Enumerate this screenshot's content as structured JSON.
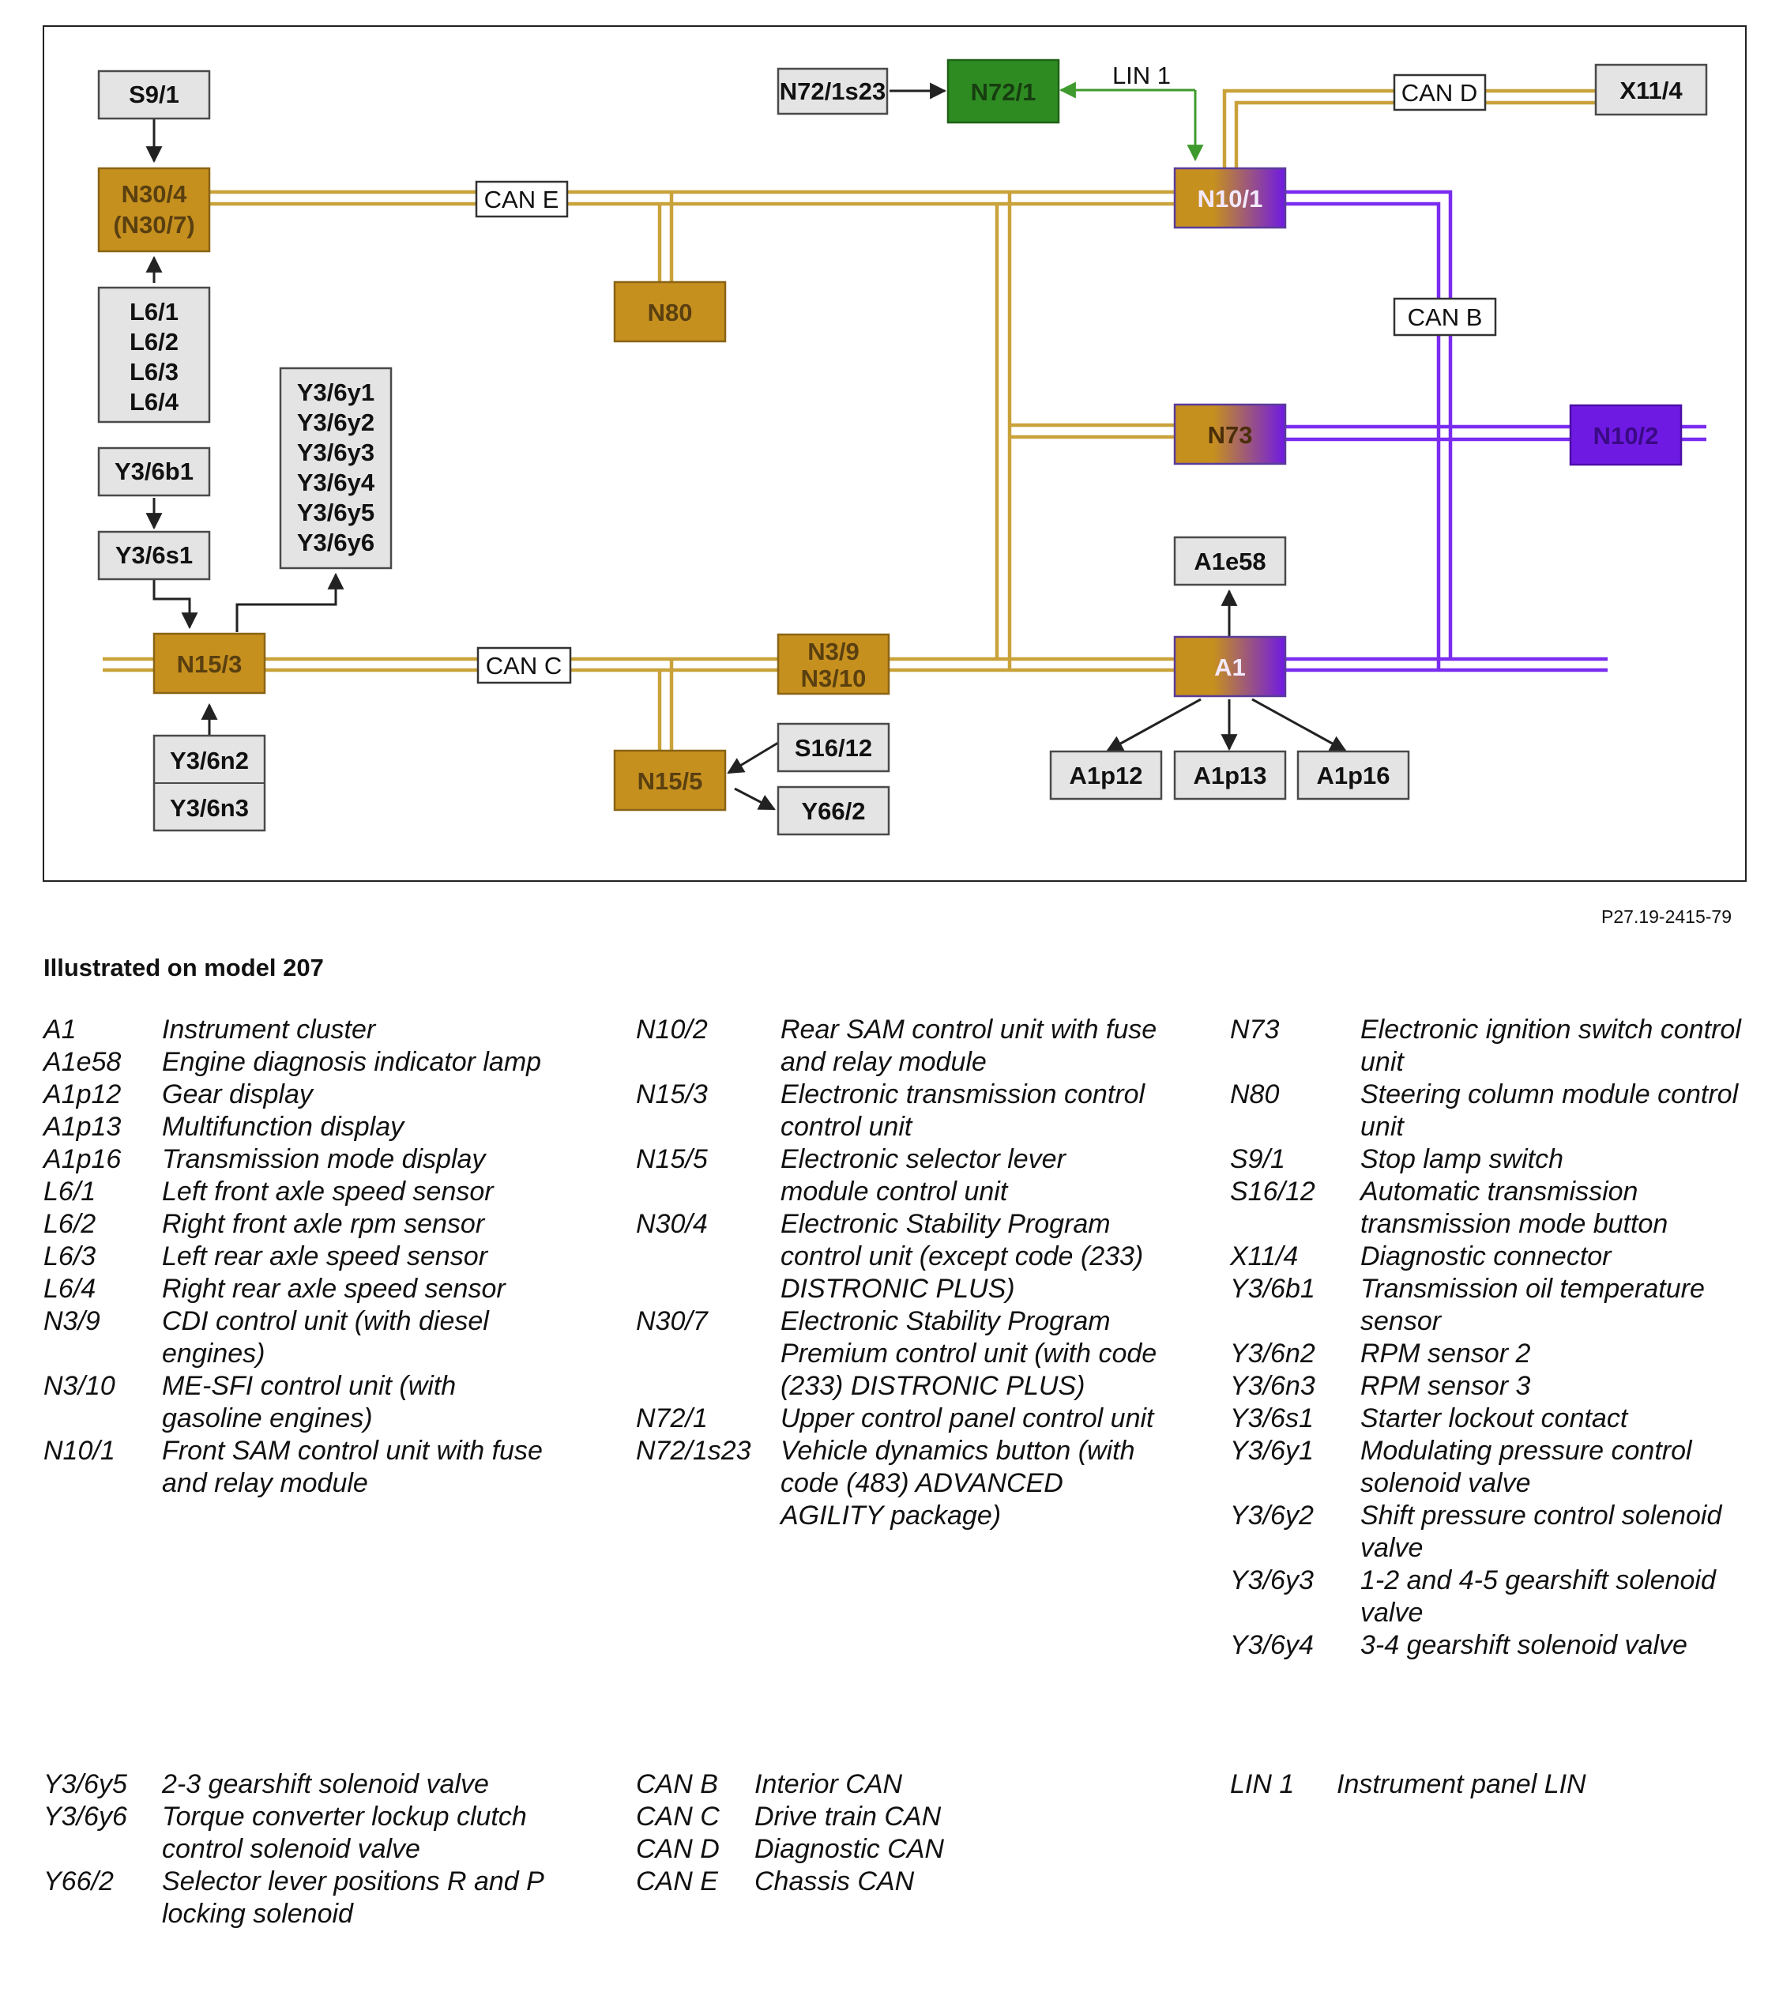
{
  "figure_code": "P27.19-2415-79",
  "legend_title": "Illustrated on model 207",
  "bus_labels": {
    "can_e": "CAN E",
    "can_c": "CAN C",
    "can_d": "CAN D",
    "can_b": "CAN B",
    "lin_1": "LIN 1"
  },
  "nodes": {
    "s9_1": "S9/1",
    "n30_4": "N30/4",
    "n30_7": "(N30/7)",
    "l6_1": "L6/1",
    "l6_2": "L6/2",
    "l6_3": "L6/3",
    "l6_4": "L6/4",
    "y3_6b1": "Y3/6b1",
    "y3_6s1": "Y3/6s1",
    "y3_6y1": "Y3/6y1",
    "y3_6y2": "Y3/6y2",
    "y3_6y3": "Y3/6y3",
    "y3_6y4": "Y3/6y4",
    "y3_6y5": "Y3/6y5",
    "y3_6y6": "Y3/6y6",
    "n15_3": "N15/3",
    "y3_6n2": "Y3/6n2",
    "y3_6n3": "Y3/6n3",
    "n80": "N80",
    "n72_1s23": "N72/1s23",
    "n72_1": "N72/1",
    "n10_1": "N10/1",
    "x11_4": "X11/4",
    "n73": "N73",
    "n10_2": "N10/2",
    "a1e58": "A1e58",
    "a1": "A1",
    "a1p12": "A1p12",
    "a1p13": "A1p13",
    "a1p16": "A1p16",
    "n3_9": "N3/9",
    "n3_10": "N3/10",
    "n15_5": "N15/5",
    "s16_12": "S16/12",
    "y66_2": "Y66/2"
  },
  "legend": {
    "col1": [
      {
        "code": "A1",
        "desc": "Instrument cluster"
      },
      {
        "code": "A1e58",
        "desc": "Engine diagnosis indicator lamp"
      },
      {
        "code": "A1p12",
        "desc": "Gear display"
      },
      {
        "code": "A1p13",
        "desc": "Multifunction display"
      },
      {
        "code": "A1p16",
        "desc": "Transmission mode display"
      },
      {
        "code": "L6/1",
        "desc": "Left front axle speed sensor"
      },
      {
        "code": "L6/2",
        "desc": "Right front axle rpm sensor"
      },
      {
        "code": "L6/3",
        "desc": "Left rear axle speed sensor"
      },
      {
        "code": "L6/4",
        "desc": "Right rear axle speed sensor"
      },
      {
        "code": "N3/9",
        "desc": "CDI control unit (with diesel engines)"
      },
      {
        "code": "N3/10",
        "desc": "ME-SFI control unit (with gasoline engines)"
      },
      {
        "code": "N10/1",
        "desc": "Front SAM control unit with fuse and relay module"
      }
    ],
    "col2": [
      {
        "code": "N10/2",
        "desc": "Rear SAM control unit with fuse and relay module"
      },
      {
        "code": "N15/3",
        "desc": "Electronic transmission control control unit"
      },
      {
        "code": "N15/5",
        "desc": "Electronic selector lever module control unit"
      },
      {
        "code": "N30/4",
        "desc": "Electronic Stability Program control unit (except code (233) DISTRONIC PLUS)"
      },
      {
        "code": "N30/7",
        "desc": "Electronic Stability Program Premium control unit (with code (233) DISTRONIC PLUS)"
      },
      {
        "code": "N72/1",
        "desc": "Upper control panel control unit"
      },
      {
        "code": "N72/1s23",
        "desc": "Vehicle dynamics button (with code (483) ADVANCED AGILITY package)"
      }
    ],
    "col3": [
      {
        "code": "N73",
        "desc": "Electronic ignition switch control unit"
      },
      {
        "code": "N80",
        "desc": "Steering column module control unit"
      },
      {
        "code": "S9/1",
        "desc": "Stop lamp switch"
      },
      {
        "code": "S16/12",
        "desc": "Automatic transmission transmission mode button"
      },
      {
        "code": "X11/4",
        "desc": "Diagnostic connector"
      },
      {
        "code": "Y3/6b1",
        "desc": "Transmission oil temperature sensor"
      },
      {
        "code": "Y3/6n2",
        "desc": "RPM sensor 2"
      },
      {
        "code": "Y3/6n3",
        "desc": "RPM sensor 3"
      },
      {
        "code": "Y3/6s1",
        "desc": "Starter lockout contact"
      },
      {
        "code": "Y3/6y1",
        "desc": "Modulating pressure control solenoid valve"
      },
      {
        "code": "Y3/6y2",
        "desc": "Shift pressure control solenoid valve"
      },
      {
        "code": "Y3/6y3",
        "desc": "1-2 and 4-5 gearshift solenoid valve"
      },
      {
        "code": "Y3/6y4",
        "desc": "3-4 gearshift solenoid valve"
      }
    ],
    "col4": [
      {
        "code": "Y3/6y5",
        "desc": "2-3 gearshift solenoid valve"
      },
      {
        "code": "Y3/6y6",
        "desc": "Torque converter lockup clutch control solenoid valve"
      },
      {
        "code": "Y66/2",
        "desc": "Selector lever positions R and P locking solenoid"
      }
    ],
    "col5": [
      {
        "code": "CAN B",
        "desc": "Interior CAN"
      },
      {
        "code": "CAN C",
        "desc": "Drive train CAN"
      },
      {
        "code": "CAN D",
        "desc": "Diagnostic CAN"
      },
      {
        "code": "CAN E",
        "desc": "Chassis CAN"
      }
    ],
    "col6": [
      {
        "code": "LIN 1",
        "desc": "Instrument panel LIN"
      }
    ]
  }
}
